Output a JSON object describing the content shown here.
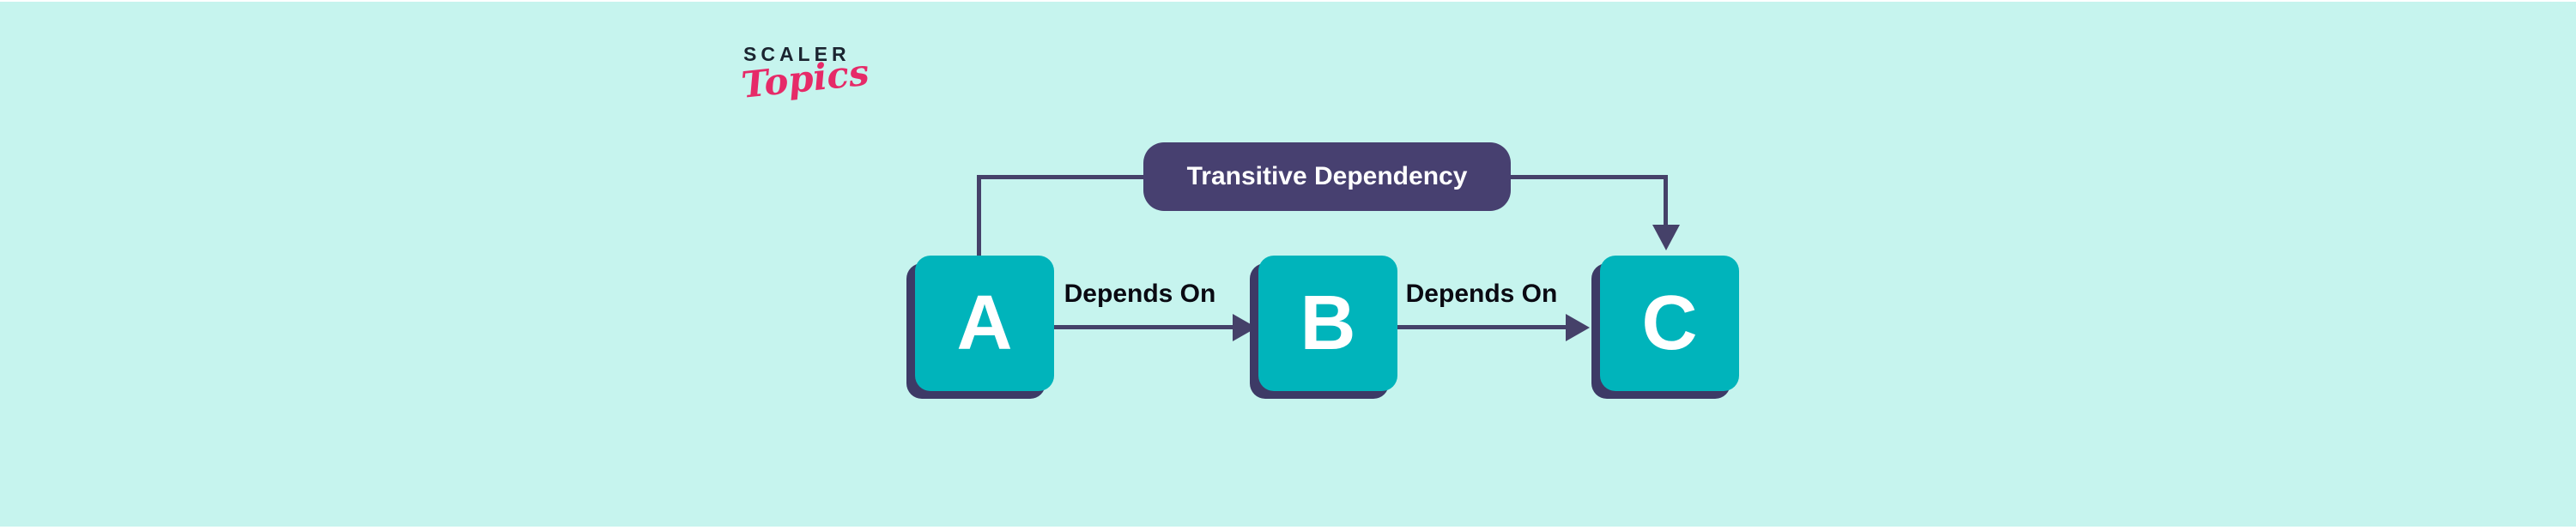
{
  "colors": {
    "background": "#c6f4ee",
    "frame": "#ffffff",
    "node_fill": "#00b4bb",
    "node_shadow": "#3d3a66",
    "line": "#454169",
    "pill_fill": "#474070",
    "pill_text": "#ffffff",
    "node_text": "#ffffff",
    "edge_label_text": "#0a0a12",
    "logo_primary": "#1b2430",
    "logo_accent": "#e62a68"
  },
  "logo": {
    "line1": "SCALER",
    "line2": "Topics"
  },
  "diagram": {
    "pill_label": "Transitive Dependency",
    "nodes": [
      {
        "label": "A"
      },
      {
        "label": "B"
      },
      {
        "label": "C"
      }
    ],
    "edges": [
      {
        "from": "A",
        "to": "B",
        "label": "Depends On"
      },
      {
        "from": "B",
        "to": "C",
        "label": "Depends On"
      },
      {
        "from": "A",
        "to": "C",
        "label": "Transitive Dependency",
        "path": "elbow-over-top"
      }
    ]
  }
}
